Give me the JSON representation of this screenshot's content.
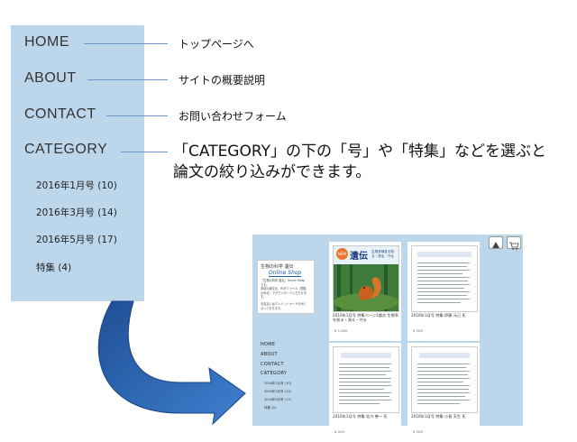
{
  "sidebar": {
    "nav": [
      "HOME",
      "ABOUT",
      "CONTACT",
      "CATEGORY"
    ],
    "categories": [
      "2016年1月号 (10)",
      "2016年3月号 (14)",
      "2016年5月号 (17)",
      "特集 (4)"
    ]
  },
  "annotations": {
    "home": "トップページへ",
    "about": "サイトの概要説明",
    "contact": "お問い合わせフォーム",
    "category_line1": "「CATEGORY」の下の「号」や「特集」などを選ぶと",
    "category_line2": "論文の絞り込みができます。"
  },
  "screenshot": {
    "logo_text": "生物の科学 遺伝",
    "shop_title": "Online Shop",
    "intro_lines": [
      "「生物の科学 遺伝」Online Shop",
      "です。",
      "本誌の論文を、PDFファイル（閲覧",
      "のみ可）でダウンロードいただけま",
      "す。",
      "",
      "お支払いはクレジットカードのみと",
      "なっております。"
    ],
    "nav": [
      "HOME",
      "ABOUT",
      "CONTACT",
      "CATEGORY"
    ],
    "categories": [
      "2016年1月号 (10)",
      "2016年3月号 (14)",
      "2016年5月号 (17)",
      "特集 (4)"
    ],
    "new_badge": "NEW",
    "magazine_title": "遺伝",
    "magazine_feature": "生物多様性を知る・測る・守る",
    "cards": [
      {
        "title": "2016年1月号 特集ページ1論文:生態系を知る・測る・守る",
        "price": "¥ 1,000"
      },
      {
        "title": "2016年1月号 特集:伊藤 元己 氏",
        "price": "¥ 200"
      },
      {
        "title": "2016年1月号 特集:北川 善一 氏",
        "price": "¥ 200"
      },
      {
        "title": "2016年1月号 特集:小島 芳生 氏",
        "price": "¥ 200"
      }
    ],
    "colors": {
      "panel": "#bcd7ec",
      "line": "#6f96c8",
      "arrow": "#2a61a8"
    }
  }
}
